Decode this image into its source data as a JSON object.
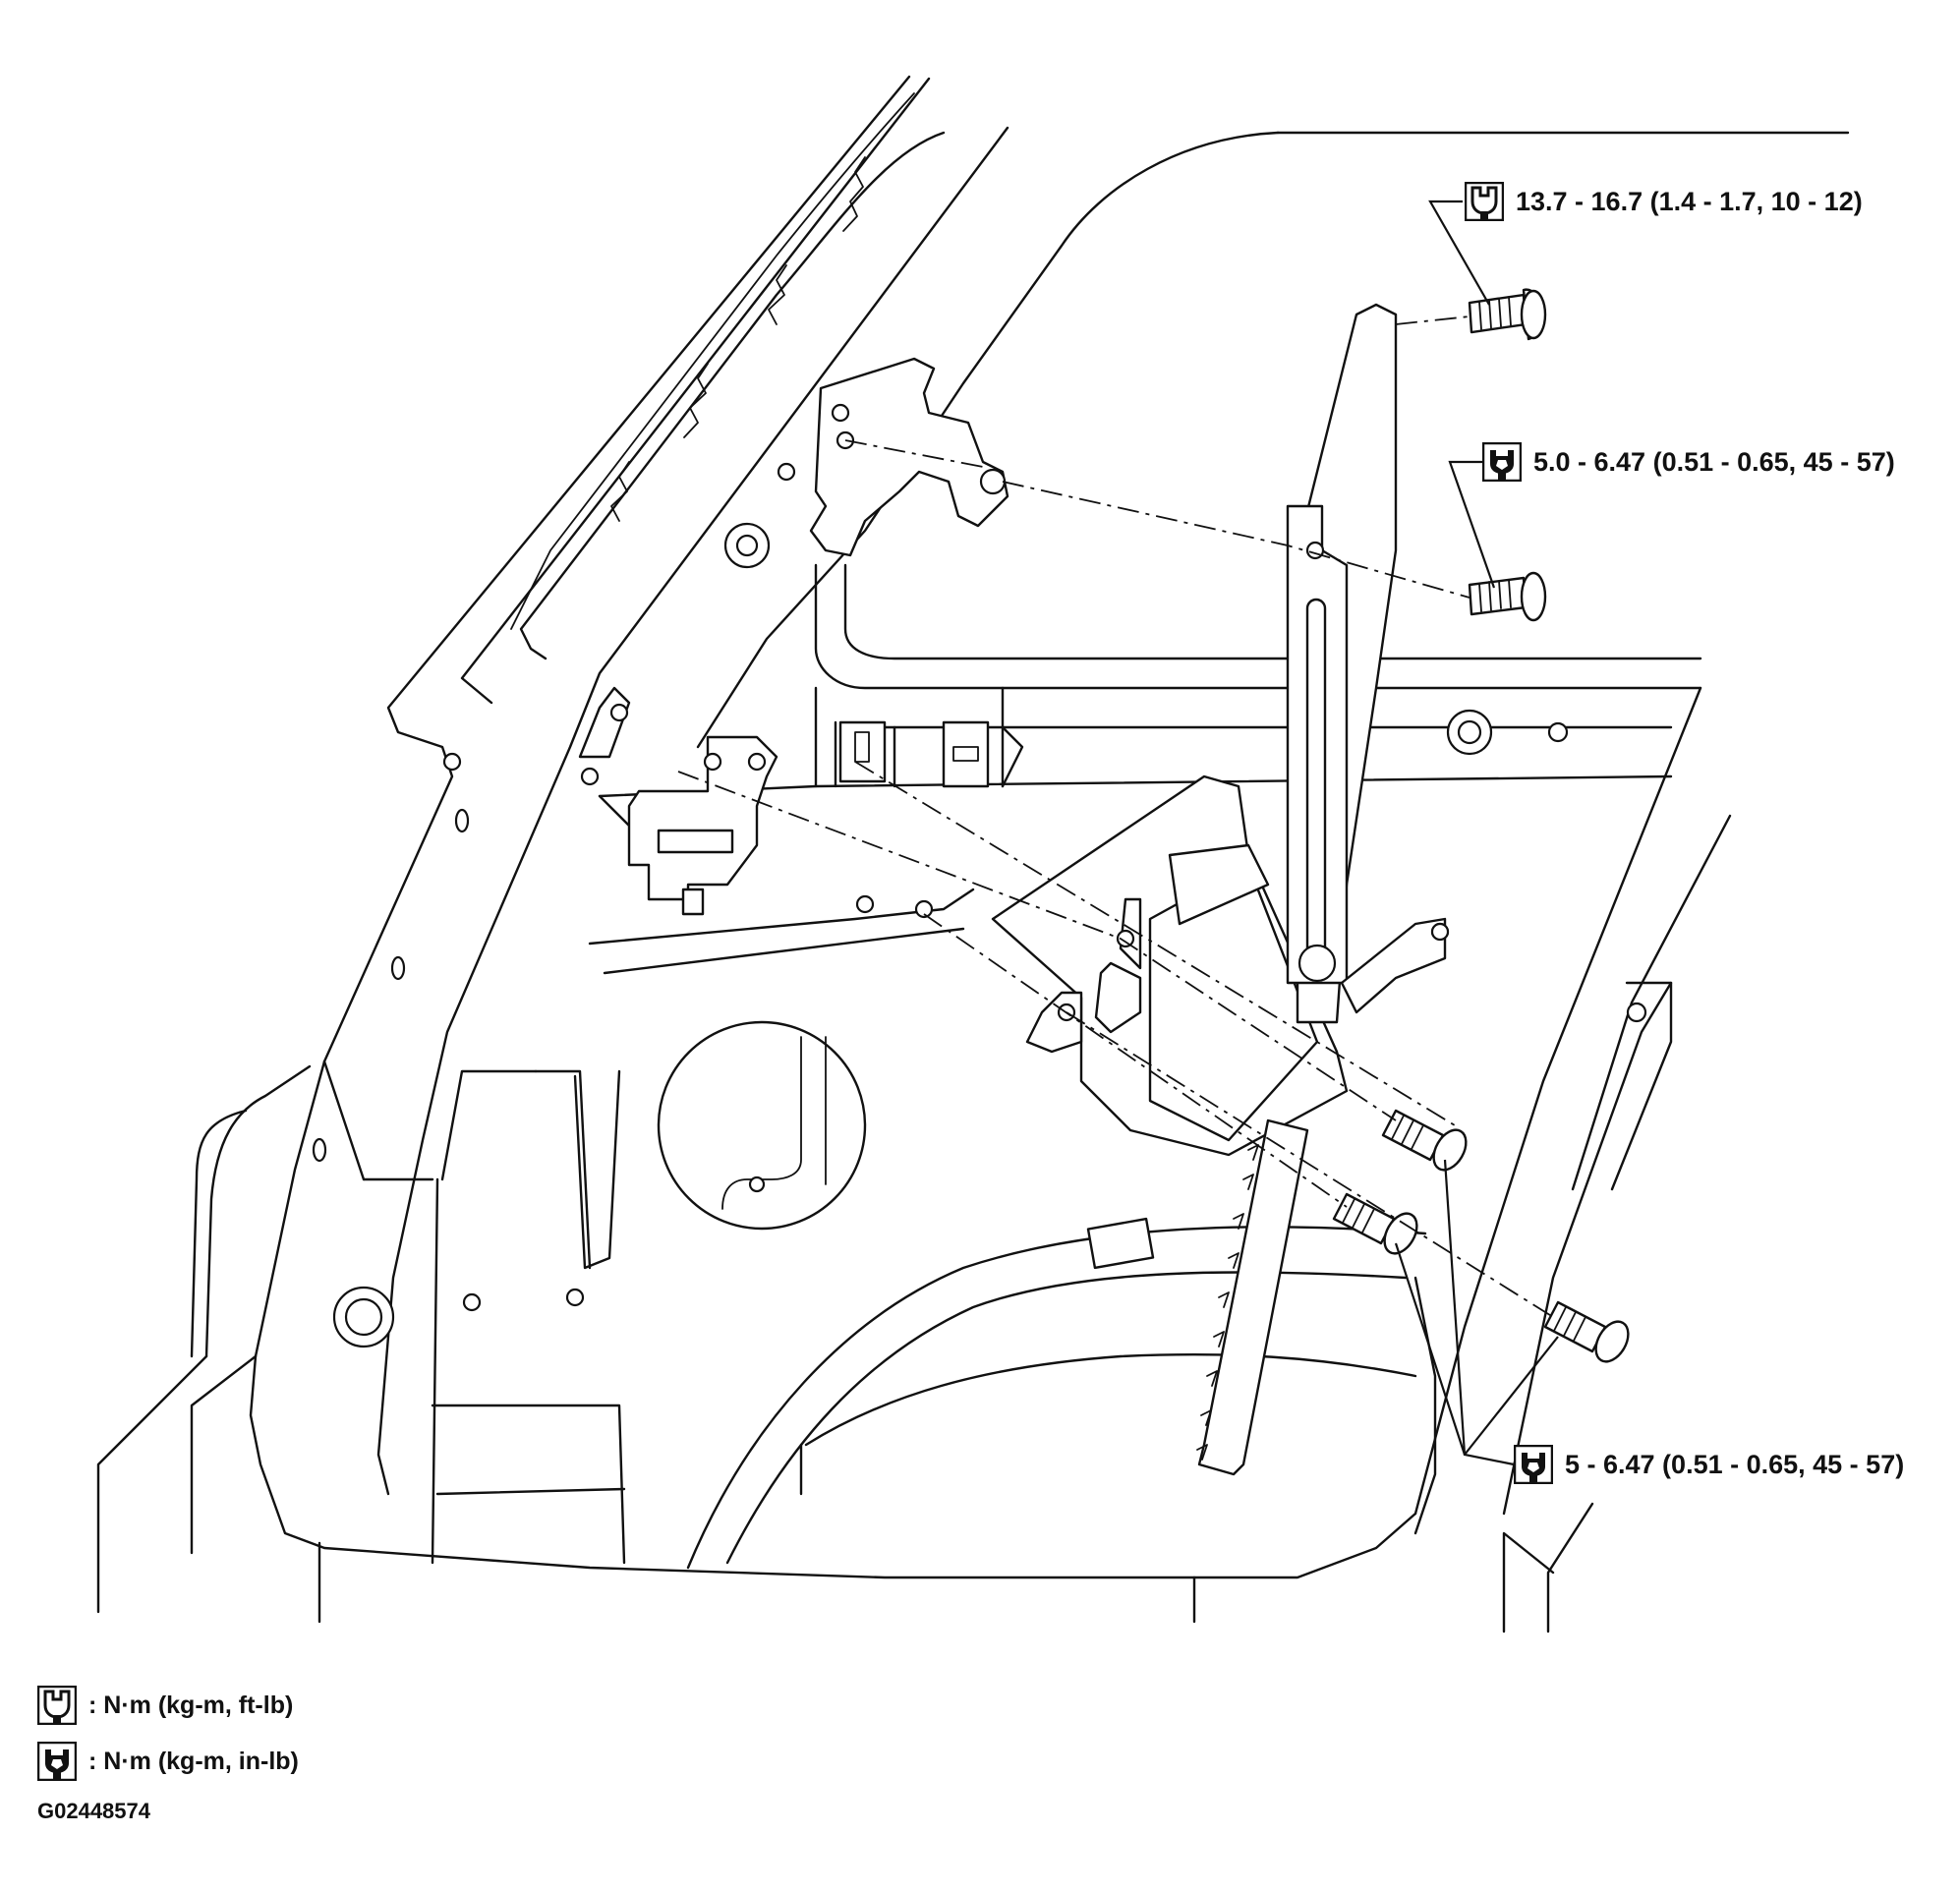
{
  "callouts": {
    "torque_upper_bolt": "13.7 - 16.7 (1.4 - 1.7, 10 - 12)",
    "torque_mid_bolt": "5.0 - 6.47 (0.51 - 0.65, 45 - 57)",
    "torque_lower_bolts": "5 - 6.47 (0.51 - 0.65, 45 - 57)"
  },
  "legend": {
    "ftlb_units": ": N·m (kg-m, ft-lb)",
    "inlb_units": ": N·m (kg-m, in-lb)"
  },
  "figure_id": "G02448574",
  "icons": {
    "ftlb": "open-wrench-icon",
    "inlb": "filled-wrench-icon"
  }
}
